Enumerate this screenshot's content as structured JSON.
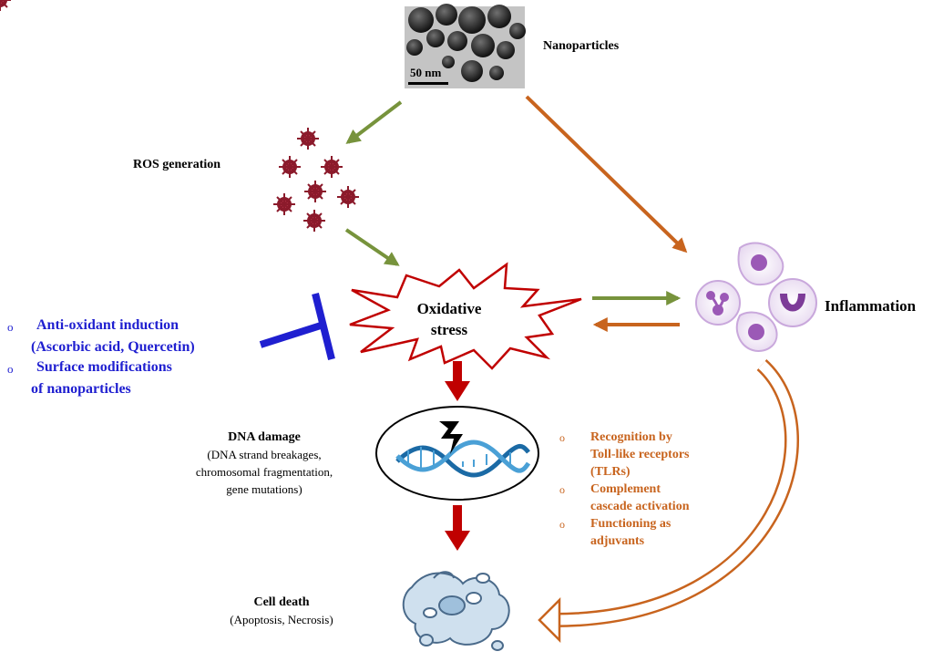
{
  "nodes": {
    "nanoparticles": "Nanoparticles",
    "scale_bar": "50 nm",
    "ros_generation": "ROS generation",
    "oxidative_stress_line1": "Oxidative",
    "oxidative_stress_line2": "stress",
    "inflammation": "Inflammation",
    "dna_damage_title": "DNA damage",
    "dna_damage_details": [
      "(DNA strand breakages,",
      "chromosomal  fragmentation,",
      "gene mutations)"
    ],
    "cell_death_title": "Cell death",
    "cell_death_details": "(Apoptosis,  Necrosis)"
  },
  "interventions": {
    "bullet": "o",
    "items": [
      {
        "lines": [
          "Anti-oxidant induction",
          "(Ascorbic acid, Quercetin)"
        ]
      },
      {
        "lines": [
          "Surface modifications",
          "of nanoparticles"
        ]
      }
    ]
  },
  "immune_responses": {
    "bullet": "o",
    "items": [
      {
        "lines": [
          "Recognition by",
          "Toll-like receptors",
          "(TLRs)"
        ]
      },
      {
        "lines": [
          "Complement",
          "cascade activation"
        ]
      },
      {
        "lines": [
          "Functioning  as",
          "adjuvants"
        ]
      }
    ]
  },
  "colors": {
    "ros_path": "#77933c",
    "inflammation_path": "#c8641e",
    "damage_path": "#c00000",
    "inhibition": "#1f1fd0",
    "stress_burst": "#c00000",
    "particles": "#8b1a2b",
    "cells": "#9b59b6"
  }
}
